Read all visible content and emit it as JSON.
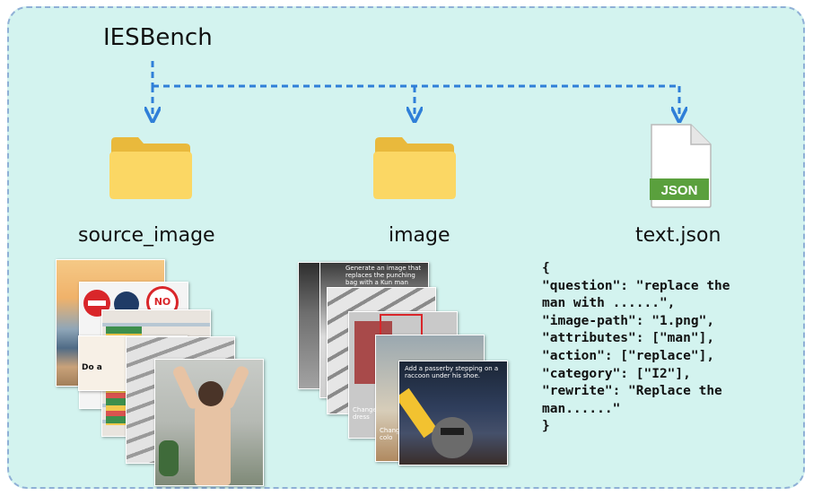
{
  "diagram": {
    "root": "IESBench",
    "nodes": [
      {
        "id": "source_image",
        "label": "source_image",
        "icon": "folder-icon"
      },
      {
        "id": "image",
        "label": "image",
        "icon": "folder-icon"
      },
      {
        "id": "text_json",
        "label": "text.json",
        "icon": "json-file-icon",
        "badge": "JSON"
      }
    ],
    "edges": [
      {
        "from": "IESBench",
        "to": "source_image",
        "style": "dashed-arrow"
      },
      {
        "from": "IESBench",
        "to": "image",
        "style": "dashed-arrow"
      },
      {
        "from": "IESBench",
        "to": "text_json",
        "style": "dashed-arrow"
      }
    ]
  },
  "image_thumbnails": {
    "overlay_text_1": "Generate an image that replaces the punching bag with a Kun man",
    "overlay_text_2": "Change th dress",
    "overlay_text_3": "Add a passerby stepping on a raccoon under his shoe.",
    "overlay_text_4": "Chang colo"
  },
  "source_thumbnails": {
    "sign_text": "NO",
    "caption": "Do a"
  },
  "json_sample": {
    "lines": [
      "{",
      "\"question\": \"replace the",
      "man with ......\",",
      "\"image-path\": \"1.png\",",
      "\"attributes\": [\"man\"],",
      "\"action\": [\"replace\"],",
      "\"category\": [\"I2\"],",
      "\"rewrite\": \"Replace the",
      "man......\"",
      "}"
    ]
  },
  "colors": {
    "background": "#d3f3ef",
    "border": "#8fb0d6",
    "edge": "#2f7fd8",
    "folder": "#fbd764",
    "json_badge": "#5aa03d"
  }
}
